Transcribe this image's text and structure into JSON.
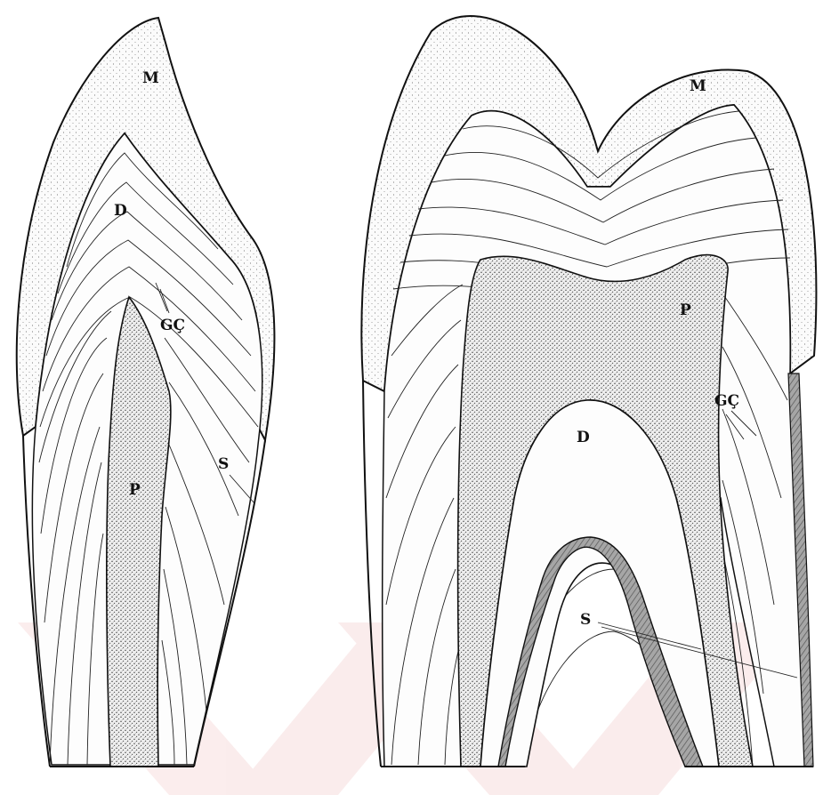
{
  "figure": {
    "left_tooth": {
      "labels": {
        "enamel": "M",
        "dentin": "D",
        "growth_lines": "GÇ",
        "cementum": "S",
        "pulp": "P"
      }
    },
    "right_tooth": {
      "labels": {
        "enamel": "M",
        "pulp": "P",
        "growth_lines": "GÇ",
        "dentin": "D",
        "cementum": "S"
      }
    },
    "colors": {
      "line": "#111111",
      "stipple_light": "#f1f1f1",
      "stipple_dense": "#d8d8d8",
      "cementum": "#9e9e9e",
      "watermark": "#f7dede"
    }
  }
}
